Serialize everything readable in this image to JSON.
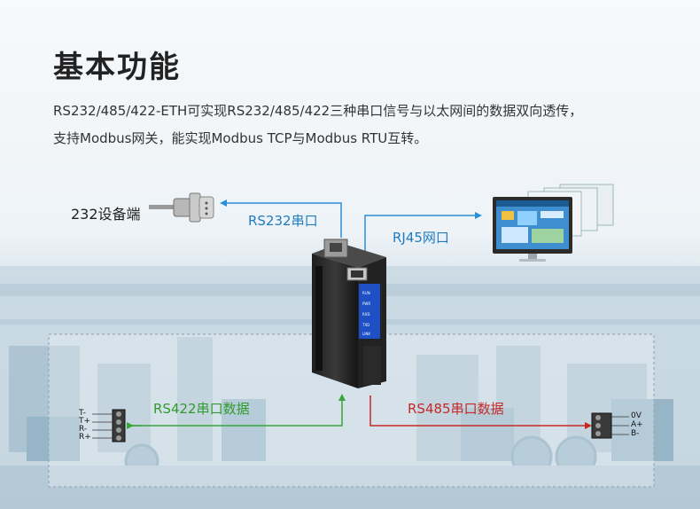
{
  "title": "基本功能",
  "description": {
    "line1": "RS232/485/422-ETH可实现RS232/485/422三种串口信号与以太网间的数据双向透传，",
    "line2": "支持Modbus网关，能实现Modbus TCP与Modbus RTU互转。"
  },
  "labels": {
    "device_232": "232设备端",
    "rs232_port": "RS232串口",
    "rj45_port": "RJ45网口",
    "rs422_data": "RS422串口数据",
    "rs485_data": "RS485串口数据"
  },
  "rs422_terminal": [
    "T-",
    "T+",
    "R-",
    "R+"
  ],
  "rs485_terminal": [
    "0V",
    "A+",
    "B-"
  ],
  "colors": {
    "rs232_arrow": "#2a8fd6",
    "rs422_arrow": "#3aa53a",
    "rs485_arrow": "#c62828",
    "dashed_box": "#9aa8b3"
  }
}
